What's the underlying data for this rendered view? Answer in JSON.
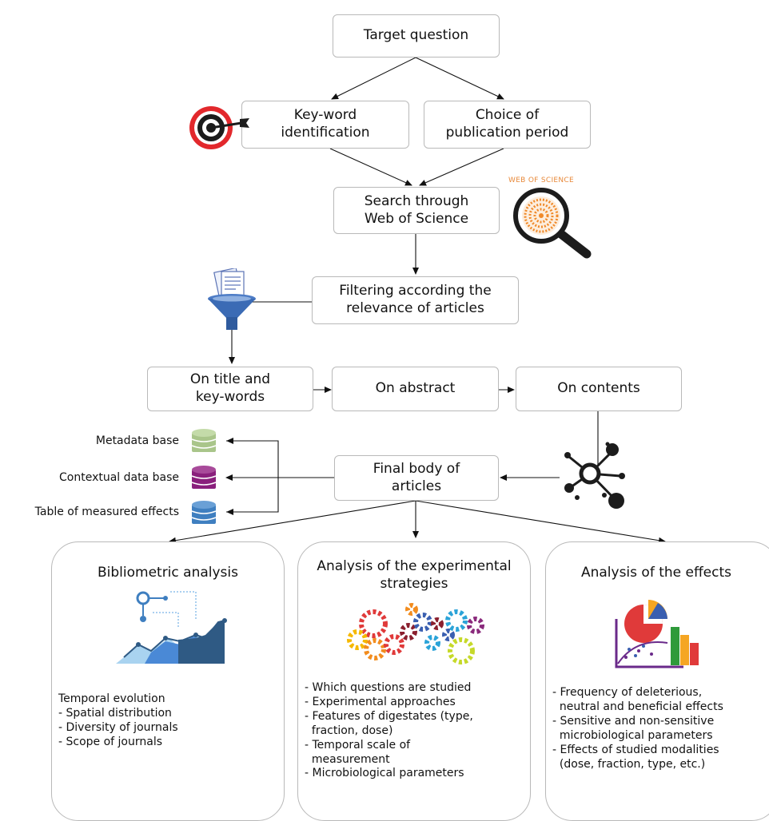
{
  "flow": {
    "target_question": "Target question",
    "keyword_identification": "Key-word identification",
    "publication_period": "Choice of publication period",
    "search": "Search through Web of Science",
    "filtering": "Filtering according the relevance of articles",
    "on_title": "On title and key-words",
    "on_abstract": "On abstract",
    "on_contents": "On contents",
    "final_body": "Final body of articles"
  },
  "wos_label": "WEB OF SCIENCE",
  "databases": [
    {
      "label": "Metadata base",
      "color": "#a9c58a"
    },
    {
      "label": "Contextual data base",
      "color": "#8a1f7c"
    },
    {
      "label": "Table of measured effects",
      "color": "#3f7fc0"
    }
  ],
  "panels": {
    "bibliometric": {
      "title": "Bibliometric analysis",
      "items": [
        "Temporal evolution",
        "- Spatial distribution",
        "- Diversity of journals",
        "- Scope of journals"
      ]
    },
    "experimental": {
      "title": "Analysis of the experimental strategies",
      "items": [
        "- Which questions are studied",
        "- Experimental approaches",
        "- Features of digestates (type,",
        "  fraction, dose)",
        "- Temporal scale of",
        "  measurement",
        "- Microbiological parameters"
      ]
    },
    "effects": {
      "title": "Analysis of the effects",
      "items": [
        "- Frequency of deleterious,",
        "  neutral and beneficial effects",
        "- Sensitive and non-sensitive",
        "  microbiological parameters",
        "- Effects of studied modalities",
        "  (dose, fraction, type, etc.)"
      ]
    }
  }
}
